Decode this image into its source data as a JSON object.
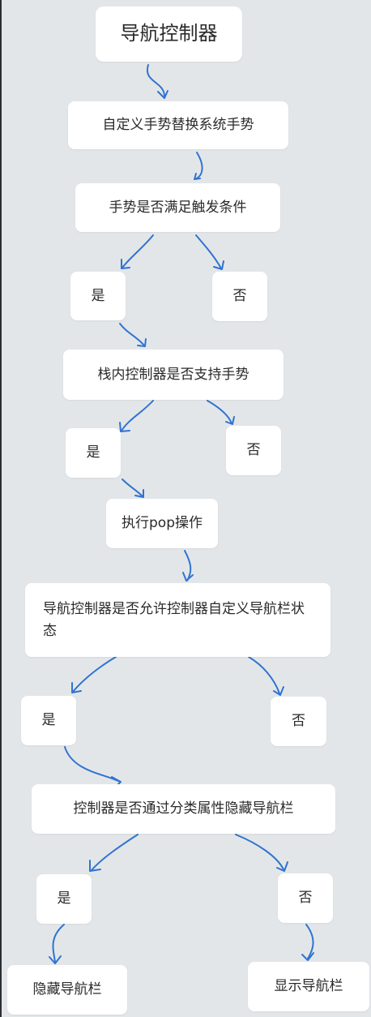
{
  "flow": {
    "colors": {
      "background": "#e3e6e9",
      "box": "#ffffff",
      "arrow": "#2f74d0",
      "text": "#2a2a2a"
    },
    "nodes": [
      {
        "id": "root",
        "label": "导航控制器"
      },
      {
        "id": "custom-gesture",
        "label": "自定义手势替换系统手势"
      },
      {
        "id": "check-trigger",
        "label": "手势是否满足触发条件"
      },
      {
        "id": "trigger-yes",
        "label": "是"
      },
      {
        "id": "trigger-no",
        "label": "否"
      },
      {
        "id": "check-stack",
        "label": "栈内控制器是否支持手势"
      },
      {
        "id": "stack-yes",
        "label": "是"
      },
      {
        "id": "stack-no",
        "label": "否"
      },
      {
        "id": "pop",
        "label": "执行pop操作"
      },
      {
        "id": "check-allow",
        "label": "导航控制器是否允许控制器自定义导航栏状态"
      },
      {
        "id": "allow-yes",
        "label": "是"
      },
      {
        "id": "allow-no",
        "label": "否"
      },
      {
        "id": "check-category",
        "label": "控制器是否通过分类属性隐藏导航栏"
      },
      {
        "id": "category-yes",
        "label": "是"
      },
      {
        "id": "category-no",
        "label": "否"
      },
      {
        "id": "hide-nav",
        "label": "隐藏导航栏"
      },
      {
        "id": "show-nav",
        "label": "显示导航栏"
      }
    ],
    "edges": [
      {
        "from": "root",
        "to": "custom-gesture"
      },
      {
        "from": "custom-gesture",
        "to": "check-trigger"
      },
      {
        "from": "check-trigger",
        "to": "trigger-yes"
      },
      {
        "from": "check-trigger",
        "to": "trigger-no"
      },
      {
        "from": "trigger-yes",
        "to": "check-stack"
      },
      {
        "from": "check-stack",
        "to": "stack-yes"
      },
      {
        "from": "check-stack",
        "to": "stack-no"
      },
      {
        "from": "stack-yes",
        "to": "pop"
      },
      {
        "from": "pop",
        "to": "check-allow"
      },
      {
        "from": "check-allow",
        "to": "allow-yes"
      },
      {
        "from": "check-allow",
        "to": "allow-no"
      },
      {
        "from": "allow-yes",
        "to": "check-category"
      },
      {
        "from": "check-category",
        "to": "category-yes"
      },
      {
        "from": "check-category",
        "to": "category-no"
      },
      {
        "from": "category-yes",
        "to": "hide-nav"
      },
      {
        "from": "category-no",
        "to": "show-nav"
      }
    ]
  }
}
